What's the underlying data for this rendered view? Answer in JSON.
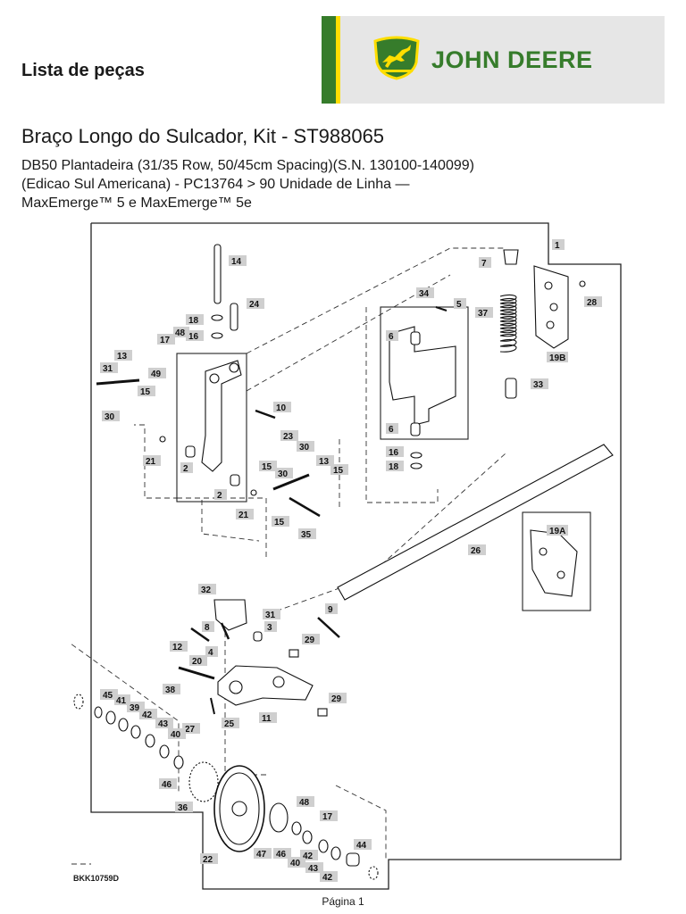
{
  "header": {
    "section_title": "Lista de peças",
    "brand": {
      "name": "JOHN DEERE",
      "green": "#367c2b",
      "yellow": "#ffde00",
      "band_color": "#e6e6e6",
      "logo_icon": "leaping-deer-logo"
    }
  },
  "document": {
    "title": "Braço Longo do Sulcador, Kit - ST988065",
    "subtitle": "DB50 Plantadeira (31/35 Row, 50/45cm Spacing)(S.N. 130100-140099)(Edicao Sul Americana) - PC13764 > 90 Unidade de Linha — MaxEmerge™ 5 e MaxEmerge™ 5e"
  },
  "diagram": {
    "drawing_code": "BKK10759D",
    "callouts": [
      "1",
      "2",
      "2",
      "3",
      "4",
      "5",
      "6",
      "6",
      "7",
      "8",
      "9",
      "10",
      "11",
      "12",
      "13",
      "13",
      "14",
      "15",
      "15",
      "15",
      "15",
      "16",
      "16",
      "17",
      "17",
      "18",
      "18",
      "19A",
      "19B",
      "20",
      "21",
      "21",
      "22",
      "23",
      "24",
      "25",
      "26",
      "27",
      "28",
      "29",
      "29",
      "30",
      "30",
      "30",
      "31",
      "31",
      "32",
      "33",
      "34",
      "35",
      "36",
      "37",
      "38",
      "39",
      "40",
      "40",
      "41",
      "42",
      "42",
      "43",
      "43",
      "44",
      "45",
      "46",
      "46",
      "47",
      "48",
      "48",
      "49"
    ]
  },
  "footer": {
    "page_label": "Página 1"
  }
}
